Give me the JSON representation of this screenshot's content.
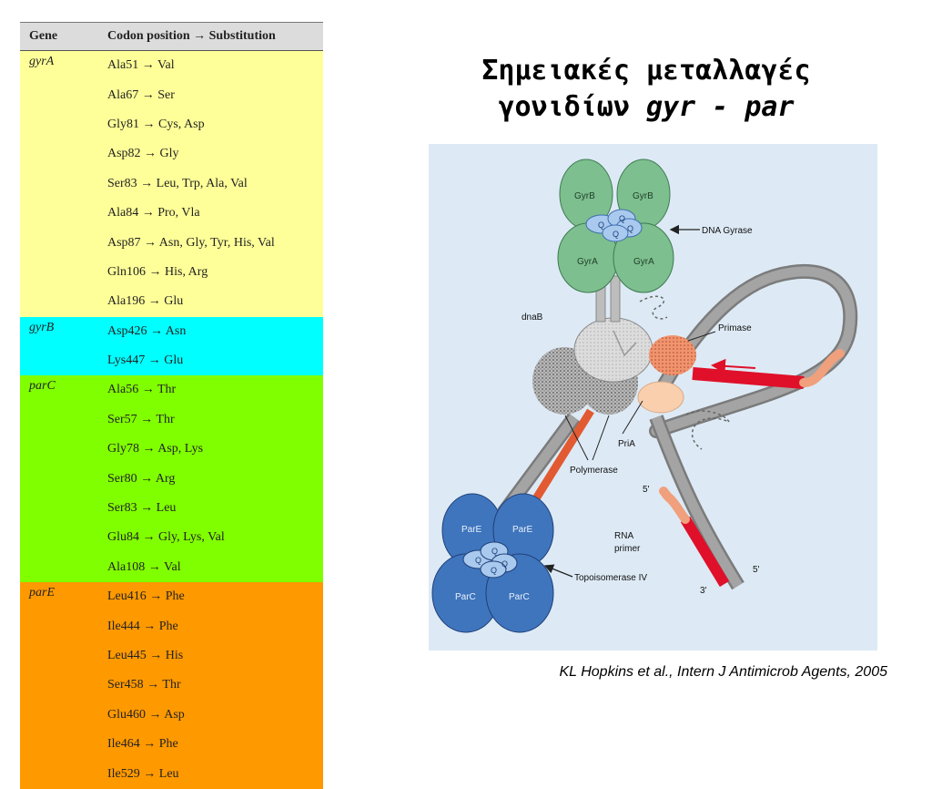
{
  "table": {
    "headers": [
      "Gene",
      "Codon position → Substitution"
    ],
    "groups": [
      {
        "gene": "gyrA",
        "color": "#ffff99",
        "rows": [
          "Ala51 → Val",
          "Ala67 → Ser",
          "Gly81 → Cys, Asp",
          "Asp82 → Gly",
          "Ser83 → Leu, Trp, Ala, Val",
          "Ala84 → Pro, Vla",
          "Asp87 → Asn, Gly, Tyr, His, Val",
          "Gln106 → His, Arg",
          "Ala196 → Glu"
        ]
      },
      {
        "gene": "gyrB",
        "color": "#00ffff",
        "rows": [
          "Asp426 → Asn",
          "Lys447 → Glu"
        ]
      },
      {
        "gene": "parC",
        "color": "#80ff00",
        "rows": [
          "Ala56 → Thr",
          "Ser57 → Thr",
          "Gly78 → Asp, Lys",
          "Ser80 → Arg",
          "Ser83 → Leu",
          "Glu84 → Gly, Lys, Val",
          "Ala108 → Val"
        ]
      },
      {
        "gene": "parE",
        "color": "#ff9900",
        "rows": [
          "Leu416 → Phe",
          "Ile444 → Phe",
          "Leu445 → His",
          "Ser458 → Thr",
          "Glu460 → Asp",
          "Ile464 → Phe",
          "Ile529 → Leu"
        ]
      }
    ]
  },
  "title": {
    "line1": "Σημειακές μεταλλαγές",
    "line2_prefix": "γονιδίων ",
    "line2_italic": "gyr - par"
  },
  "figure": {
    "gyrB_left": "GyrB",
    "gyrB_right": "GyrB",
    "gyrA_left": "GyrA",
    "gyrA_right": "GyrA",
    "q": "Q",
    "dna_gyrase": "DNA Gyrase",
    "dnaB": "dnaB",
    "primase": "Primase",
    "priA": "PriA",
    "polymerase": "Polymerase",
    "five_prime": "5'",
    "three_prime": "3'",
    "rna_primer_1": "RNA",
    "rna_primer_2": "primer",
    "parE_left": "ParE",
    "parE_right": "ParE",
    "parC_left": "ParC",
    "parC_right": "ParC",
    "topoisomerase": "Topoisomerase IV"
  },
  "colors": {
    "figure_bg": "#ddeaf5",
    "gyrase": "#7dbf8e",
    "topo": "#3f75bd",
    "q": "#a9c9ee",
    "dna": "#9a9a9a",
    "red": "#e0102a",
    "orange_strand": "#e25a32",
    "primer": "#f0a07c",
    "pria": "#f9cfae"
  },
  "citation": "KL Hopkins et al., Intern J Antimicrob Agents, 2005"
}
